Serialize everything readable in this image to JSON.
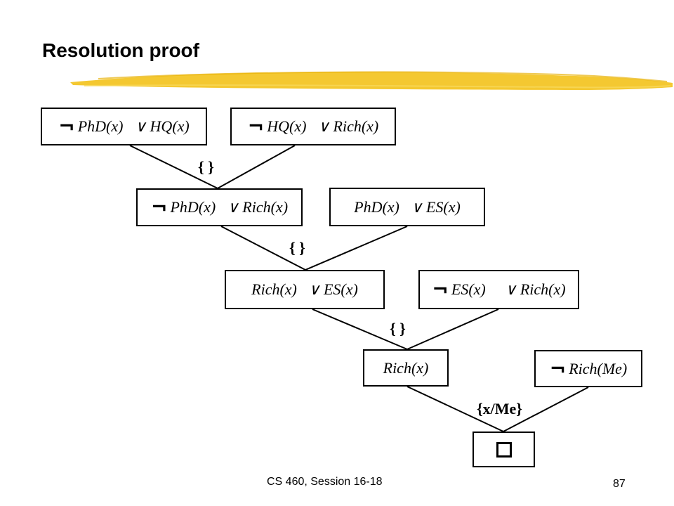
{
  "slide": {
    "title": "Resolution proof",
    "footer": "CS 460,  Session 16-18",
    "page_number": "87",
    "accent_color": "#f3c21b"
  },
  "diagram": {
    "negation_symbol": "¬",
    "clauses": [
      {
        "id": "c1",
        "negated_first": true,
        "text": "PhD(x)   ∨ HQ(x)"
      },
      {
        "id": "c2",
        "negated_first": true,
        "text": "HQ(x)   ∨ Rich(x)"
      },
      {
        "id": "c3",
        "negated_first": true,
        "text": "PhD(x)   ∨ Rich(x)"
      },
      {
        "id": "c4",
        "negated_first": false,
        "text": "PhD(x)   ∨ ES(x)"
      },
      {
        "id": "c5",
        "negated_first": false,
        "text": "Rich(x)   ∨ ES(x)"
      },
      {
        "id": "c6",
        "negated_first": true,
        "text": "ES(x)     ∨ Rich(x)"
      },
      {
        "id": "c7",
        "negated_first": false,
        "text": "Rich(x)"
      },
      {
        "id": "c8",
        "negated_first": true,
        "text": "Rich(Me)"
      }
    ],
    "substitutions": [
      "{ }",
      "{ }",
      "{ }",
      "{x/Me}"
    ],
    "result": "empty-clause"
  }
}
